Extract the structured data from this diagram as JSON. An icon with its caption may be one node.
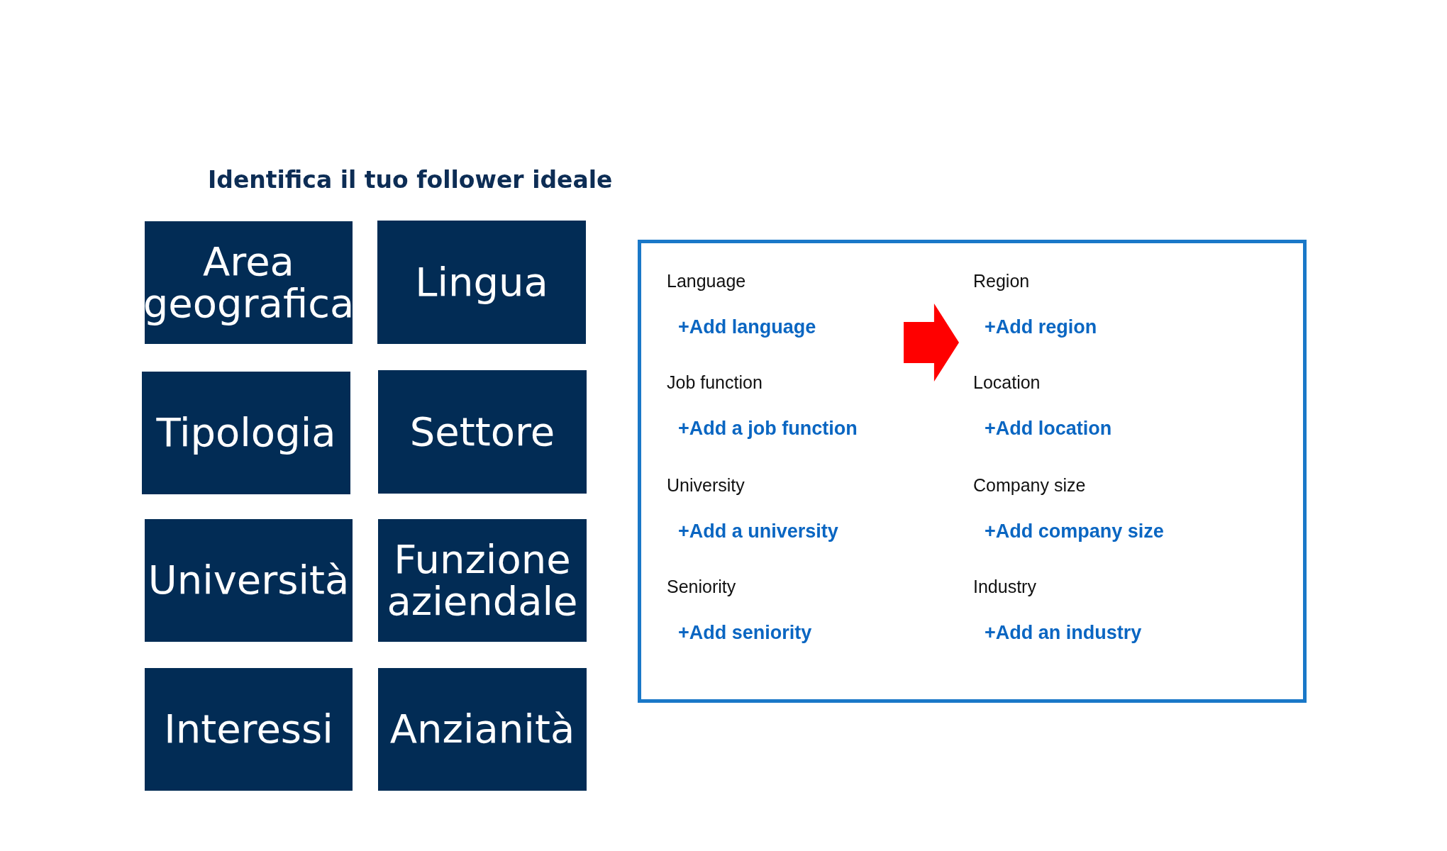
{
  "diagram": {
    "title": "Identifica il tuo follower ideale",
    "nodes": [
      {
        "text": [
          "Area geografica"
        ]
      },
      {
        "text": [
          "Lingua"
        ]
      },
      {
        "text": [
          "Tipologia"
        ]
      },
      {
        "text": [
          "Settore"
        ]
      },
      {
        "text": [
          "Università"
        ]
      },
      {
        "text": [
          "Funzione aziendale"
        ]
      },
      {
        "text": [
          "Interessi"
        ]
      },
      {
        "text": [
          "Anzianità"
        ]
      },
      {
        "text": [],
        "shape": "box"
      },
      {
        "text": [
          "Language",
          "+Add language"
        ],
        "in": 8
      },
      {
        "text": [
          "Region",
          "+Add region"
        ],
        "in": 8
      },
      {
        "text": [
          "Job function",
          "+Add a job function"
        ],
        "in": 8
      },
      {
        "text": [
          "Location",
          "+Add location"
        ],
        "in": 8
      },
      {
        "text": [
          "University",
          "+Add a university"
        ],
        "in": 8
      },
      {
        "text": [
          "Company size",
          "+Add company size"
        ],
        "in": 8
      },
      {
        "text": [
          "Seniority",
          "+Add seniority"
        ],
        "in": 8
      },
      {
        "text": [
          "Industry",
          "+Add an industry"
        ],
        "in": 8
      }
    ],
    "edges": [
      {
        "from": null,
        "to": 10,
        "arrow": "to",
        "style": "thick",
        "color": "#ff0000"
      }
    ]
  }
}
